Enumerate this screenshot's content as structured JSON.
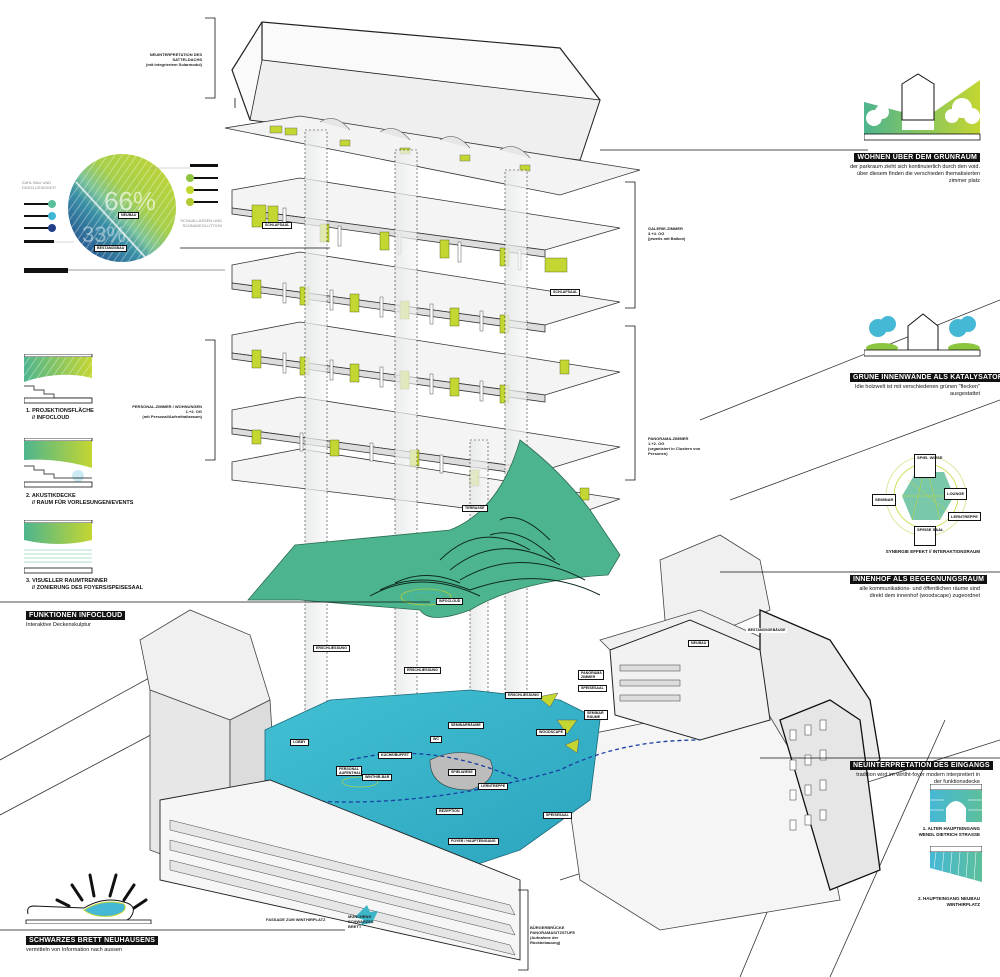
{
  "colors": {
    "lime": "#c4d631",
    "green_teal": "#5cbf9b",
    "cyan": "#3fb7d3",
    "navy": "#1f3f88",
    "floor_teal": "#3cb6c8",
    "cloud_green": "#4db58e",
    "black": "#111111"
  },
  "pie": {
    "left_heading": "ZAHL BAU UND DIGIZLUSSIGKEIT",
    "right_heading": "SCHUALLASSEN UND SCHNAKEGLUTTION",
    "segments": [
      {
        "label": "NEUBAU",
        "percent": 66,
        "color_from": "#c4d631",
        "color_to": "#8cc63f"
      },
      {
        "label": "BESTANDSBAU",
        "percent": 33,
        "color_from": "#1f3f88",
        "color_to": "#4db58e"
      }
    ],
    "left_legend": [
      {
        "label": "",
        "color": "#5cbf9b"
      },
      {
        "label": "",
        "color": "#3fb7d3"
      },
      {
        "label": "",
        "color": "#1f3f88"
      }
    ],
    "right_legend": [
      {
        "label": "",
        "color": "#8cc63f"
      },
      {
        "label": "",
        "color": "#c4d631"
      },
      {
        "label": "",
        "color": "#b5c932"
      }
    ]
  },
  "concepts": [
    {
      "num": "1.",
      "title": "PROJEKTIONSFLÄCHE",
      "subtitle": "// INFOCLOUD"
    },
    {
      "num": "2.",
      "title": "AKUSTIKDECKE",
      "subtitle": "// RAUM FÜR VORLESUNGEN/EVENTS"
    },
    {
      "num": "3.",
      "title": "VISUELLER RAUMTRENNER",
      "subtitle": "// ZONIERUNG DES FOYERS/SPEISESAAL"
    }
  ],
  "funktionen": {
    "title": "FUNKTIONEN INFOCLOUD",
    "desc": "Interaktive Deckenskulptur"
  },
  "schwarzes_brett": {
    "title": "SCHWARZES BRETT NEUHAUSENS",
    "desc": "vermitteln von Information nach aussen"
  },
  "wohnen": {
    "title": "WOHNEN ÜBER DEM GRÜNRAUM",
    "desc": "der parkraum zieht sich kontinuierlich durch den void. über diesem finden die verschieden thematisierten zimmer platz"
  },
  "gruene": {
    "title": "GRÜNE INNENWÄNDE ALS KATALYSATOR",
    "desc": "Idie holzwelt ist mit verschiedenen grünen \"flecken\" ausgestattet"
  },
  "synergie": {
    "caption": "SYNERGIE EFFEKT // INTERAKTIONSRAUM",
    "nodes": [
      "SPIEL WIESE",
      "LOUNGE",
      "LERNTREPPE",
      "SPEISE SAAL",
      "SEMINAR"
    ]
  },
  "innenhof": {
    "title": "INNENHOF ALS BEGEGNUNGSRAUM",
    "desc": "alle kommunikations- und öffentlichen räume sind direkt dem innenhof (woodscape) zugeordnet"
  },
  "eingang": {
    "title": "NEUINTERPRETATION DES EINGANGS",
    "desc": "tradition wird im wirtlht-foyer modern interpretiert in der funktionsdecke",
    "items": [
      {
        "title": "1. ALTER HAUPTEINGANG",
        "subtitle": "WENDL DIETRICH STRASSE"
      },
      {
        "title": "2. HAUPTEINGANG NEUBAU",
        "subtitle": "WINTHIRPLATZ"
      }
    ]
  },
  "floor_annotations": {
    "roof": {
      "line1": "NEUINTERPRETATION DES SATTELDACHS",
      "line2": "(mit integriertem Solarmodul)"
    },
    "galerie": {
      "line1": "GALERIE-ZIMMER",
      "line2": "3.+4. OG",
      "line3": "(jeweils mit Balkon)"
    },
    "personal": {
      "line1": "PERSONAL-ZIMMER / WOHNUNGEN",
      "line2": "1.+2. OG",
      "line3": "(mit Personal/Aufenthaltsraum)"
    },
    "panorama": {
      "line1": "PANORAMA-ZIMMER",
      "line2": "1.+2. OG",
      "line3": "(organisiert in Clustern von Personen)"
    },
    "fassade": "FASSADE ZUM WINTHIRPLATZ",
    "bruecke": {
      "line1": "BÜRGERBRÜCKE",
      "line2": "PANORAMASITZSTUFE",
      "line3": "(Aufnahme der Rückbebauung)"
    },
    "muenchens": {
      "line1": "MÜNCHENS",
      "line2": "SCHWARZES",
      "line3": "BRETT"
    }
  },
  "room_labels": {
    "schlafsaal_1": "SCHLAFSAAL",
    "schlafsaal_2": "SCHLAFSAAL",
    "terrasse": "TERRASSE",
    "infocloud": "INFOCLOUD",
    "erschliessung_1": "ERSCHLIESSUNG",
    "erschliessung_2": "ERSCHLIESSUNG",
    "erschliessung_3": "ERSCHLIESSUNG",
    "erschliessung_4": "ERSCHLIESSUNG",
    "seminarraeume": "SEMINARRÄUME",
    "wc": "WC",
    "lobby": "LOBBY",
    "personal_aufenthalt": "PERSONAL AUFENTHALT",
    "kuechen_buffet": "KÜCHE/BUFFET",
    "winthir_bar": "WINTHIR-BAR",
    "spielwiese": "SPIELWIESE",
    "lerntreppe": "LERNTREPPE",
    "woodscape": "WOODSCAPE",
    "seminar_raeume": "SEMINAR RÄUME",
    "panorama_zimmer": "PANORAMA ZIMMER",
    "speisesaal": "SPEISESAAL",
    "rezeption": "REZEPTION",
    "foyer": "FOYER / HAUPTEINGANG",
    "speisesaal_2": "SPEISESAAL",
    "neubau": "NEUBAU",
    "bestandsbau": "BESTANDSGEBÄUDE"
  }
}
